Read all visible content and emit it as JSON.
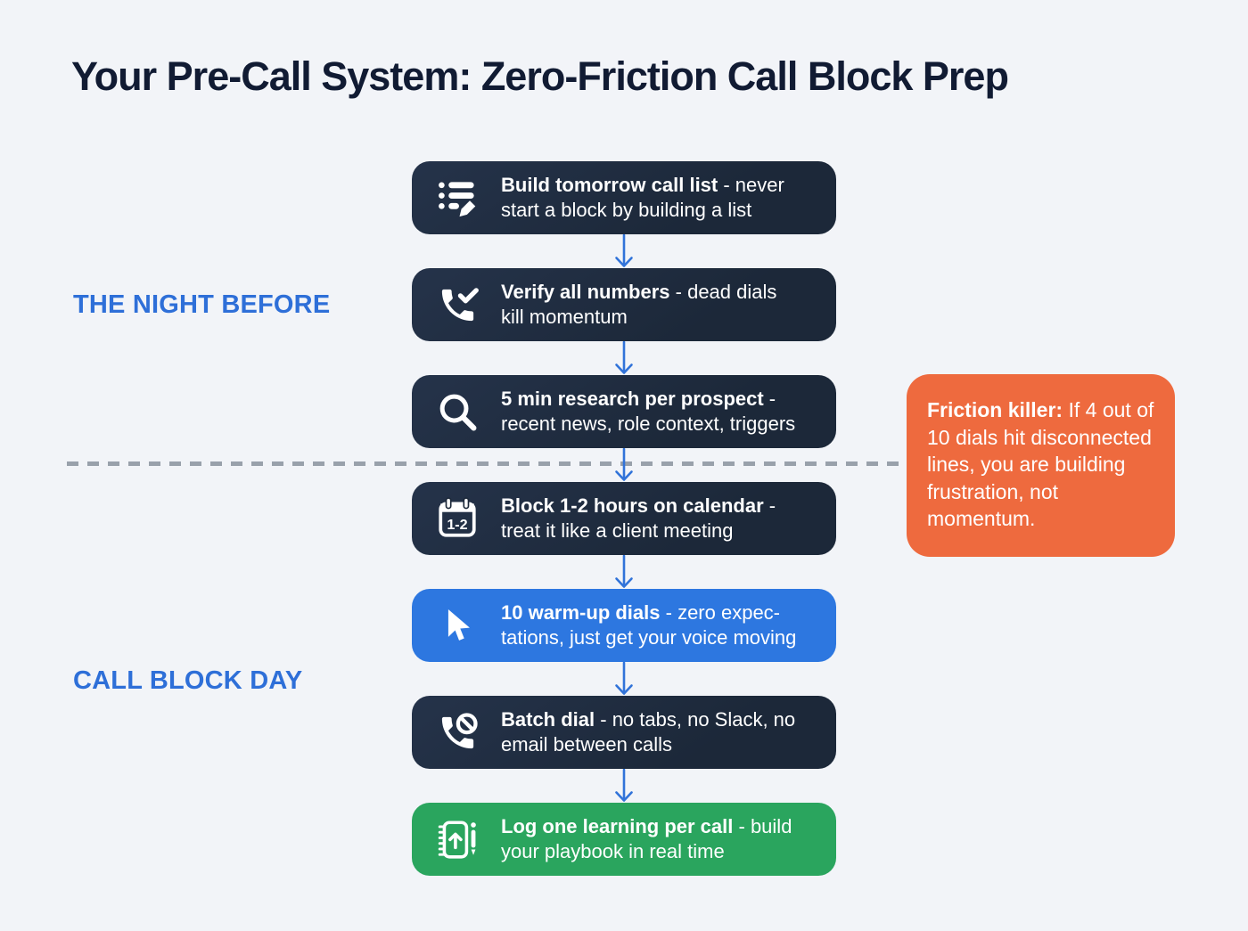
{
  "title": "Your Pre-Call System: Zero-Friction Call Block Prep",
  "sections": {
    "night_before": "THE NIGHT BEFORE",
    "call_block_day": "CALL BLOCK DAY"
  },
  "steps": [
    {
      "icon": "list-edit-icon",
      "bold": "Build tomorrow call list",
      "tail": " - never",
      "line2": "start a block by building a list",
      "variant": "dark"
    },
    {
      "icon": "phone-check-icon",
      "bold": "Verify all numbers",
      "tail": " - dead dials",
      "line2": "kill momentum",
      "variant": "dark"
    },
    {
      "icon": "search-icon",
      "bold": "5 min research per prospect",
      "tail": " -",
      "line2": "recent news, role context, triggers",
      "variant": "dark"
    },
    {
      "icon": "calendar-icon",
      "icon_label": "1-2",
      "bold": "Block 1-2 hours on calendar",
      "tail": " -",
      "line2": "treat it like a client meeting",
      "variant": "dark"
    },
    {
      "icon": "cursor-icon",
      "bold": "10 warm-up dials",
      "tail": " - zero expec-",
      "line2": "tations, just get your voice moving",
      "variant": "blue"
    },
    {
      "icon": "phone-slash-icon",
      "bold": "Batch dial",
      "tail": " - no tabs, no Slack, no",
      "line2": "email between calls",
      "variant": "dark"
    },
    {
      "icon": "notebook-log-icon",
      "bold": "Log one learning per call",
      "tail": " - build",
      "line2": "your playbook in real time",
      "variant": "green"
    }
  ],
  "callout": {
    "bold": "Friction killer:",
    "lines": [
      " If 4 out of",
      "10 dials hit disconnected",
      "lines, you are building",
      "frustration, not",
      "momentum."
    ]
  },
  "colors": {
    "background": "#f2f4f8",
    "dark_box": "#1c2839",
    "blue_box": "#2d77e0",
    "green_box": "#2aa55e",
    "orange_box": "#ee6a3e",
    "label_blue": "#2e6fd8",
    "arrow_blue": "#3173d9",
    "title": "#111b33"
  }
}
